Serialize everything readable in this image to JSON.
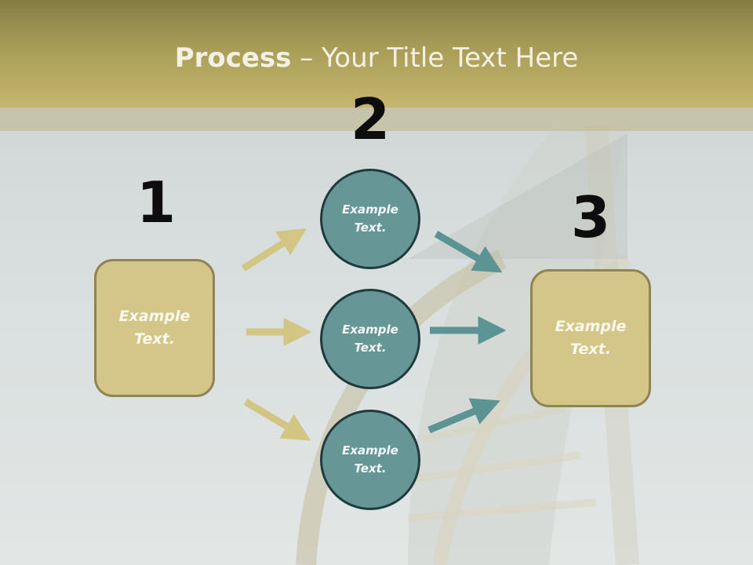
{
  "title": {
    "bold": "Process",
    "rest": " – Your Title Text Here"
  },
  "steps": [
    {
      "number": "1",
      "line1": "Example",
      "line2": "Text."
    },
    {
      "number": "2",
      "line1": "Example",
      "line2": "Text."
    },
    {
      "number": "3",
      "line1": "Example",
      "line2": "Text."
    }
  ],
  "circles": [
    {
      "line1": "Example",
      "line2": "Text."
    },
    {
      "line1": "Example",
      "line2": "Text."
    },
    {
      "line1": "Example",
      "line2": "Text."
    }
  ],
  "colors": {
    "header": "#b3a761",
    "box_fill": "#d4c689",
    "box_border": "#8e8455",
    "circle_fill": "#669796",
    "circle_border": "#203a3d",
    "arrow_tan": "#d3c684",
    "arrow_teal": "#5c9393"
  }
}
